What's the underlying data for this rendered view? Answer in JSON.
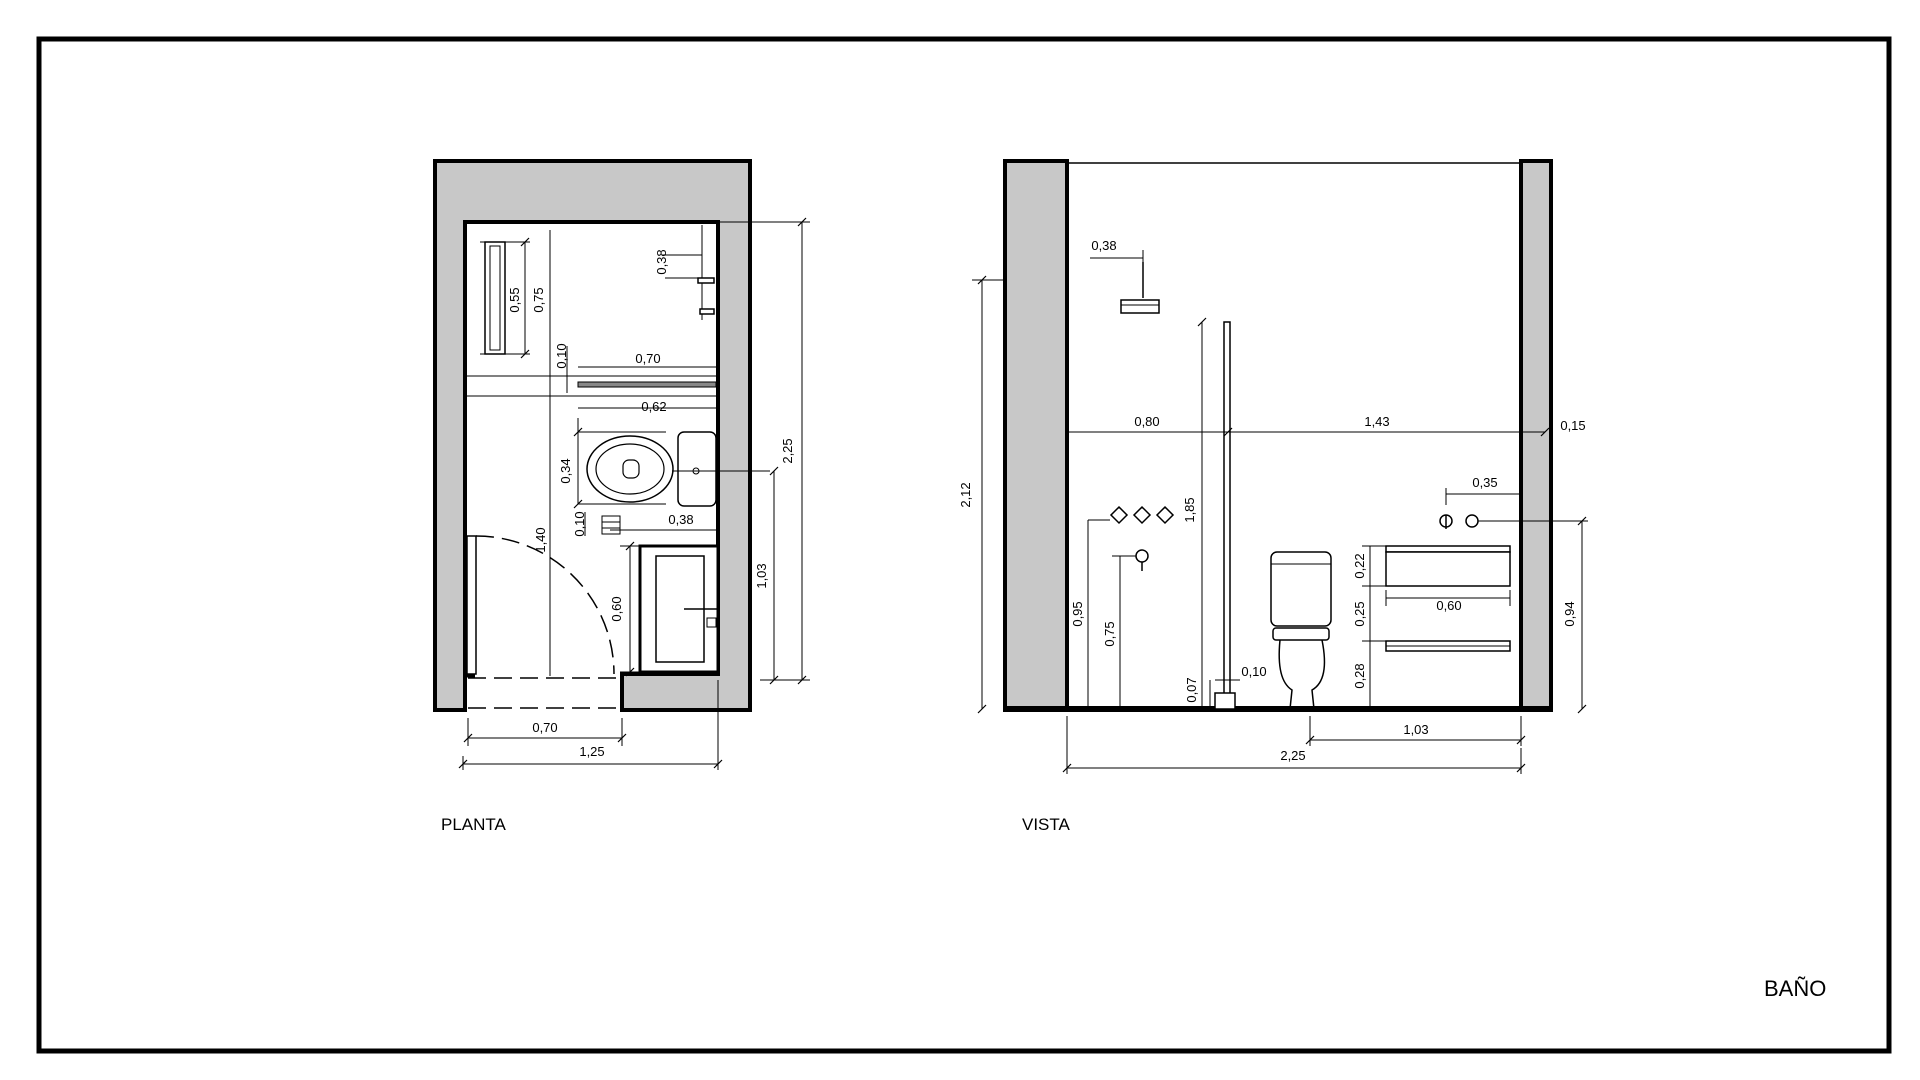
{
  "title": "BAÑO",
  "plan": {
    "label": "PLANTA",
    "dims": {
      "shelf_w": "0,55",
      "shelf_l": "0,75",
      "shower_head": "0,38",
      "gap_010": "0,10",
      "screen_w": "0,70",
      "wc_w": "0,62",
      "wc_d": "0,34",
      "total_h": "2,25",
      "drain_010": "0,10",
      "drain_038": "0,38",
      "door_dist": "1,40",
      "vanity_d": "0,60",
      "vanity_l": "1,03",
      "door_w": "0,70",
      "total_w": "1,25"
    }
  },
  "elevation": {
    "label": "VISTA",
    "dims": {
      "head_off": "0,38",
      "ceiling_h": "2,12",
      "left_seg": "0,80",
      "mid_seg": "1,43",
      "right_seg": "0,15",
      "screen_h": "1,85",
      "tap_h": "0,95",
      "mixer_h": "0,75",
      "curb_h": "0,07",
      "curb_w": "0,10",
      "faucet_off": "0,35",
      "drawer_h": "0,22",
      "shelf_gap": "0,25",
      "shelf_w": "0,60",
      "leg_h": "0,28",
      "sink_h": "0,94",
      "base_seg": "1,03",
      "total_w": "2,25"
    }
  },
  "colors": {
    "wall_fill": "#c8c8c8",
    "line": "#000000"
  }
}
